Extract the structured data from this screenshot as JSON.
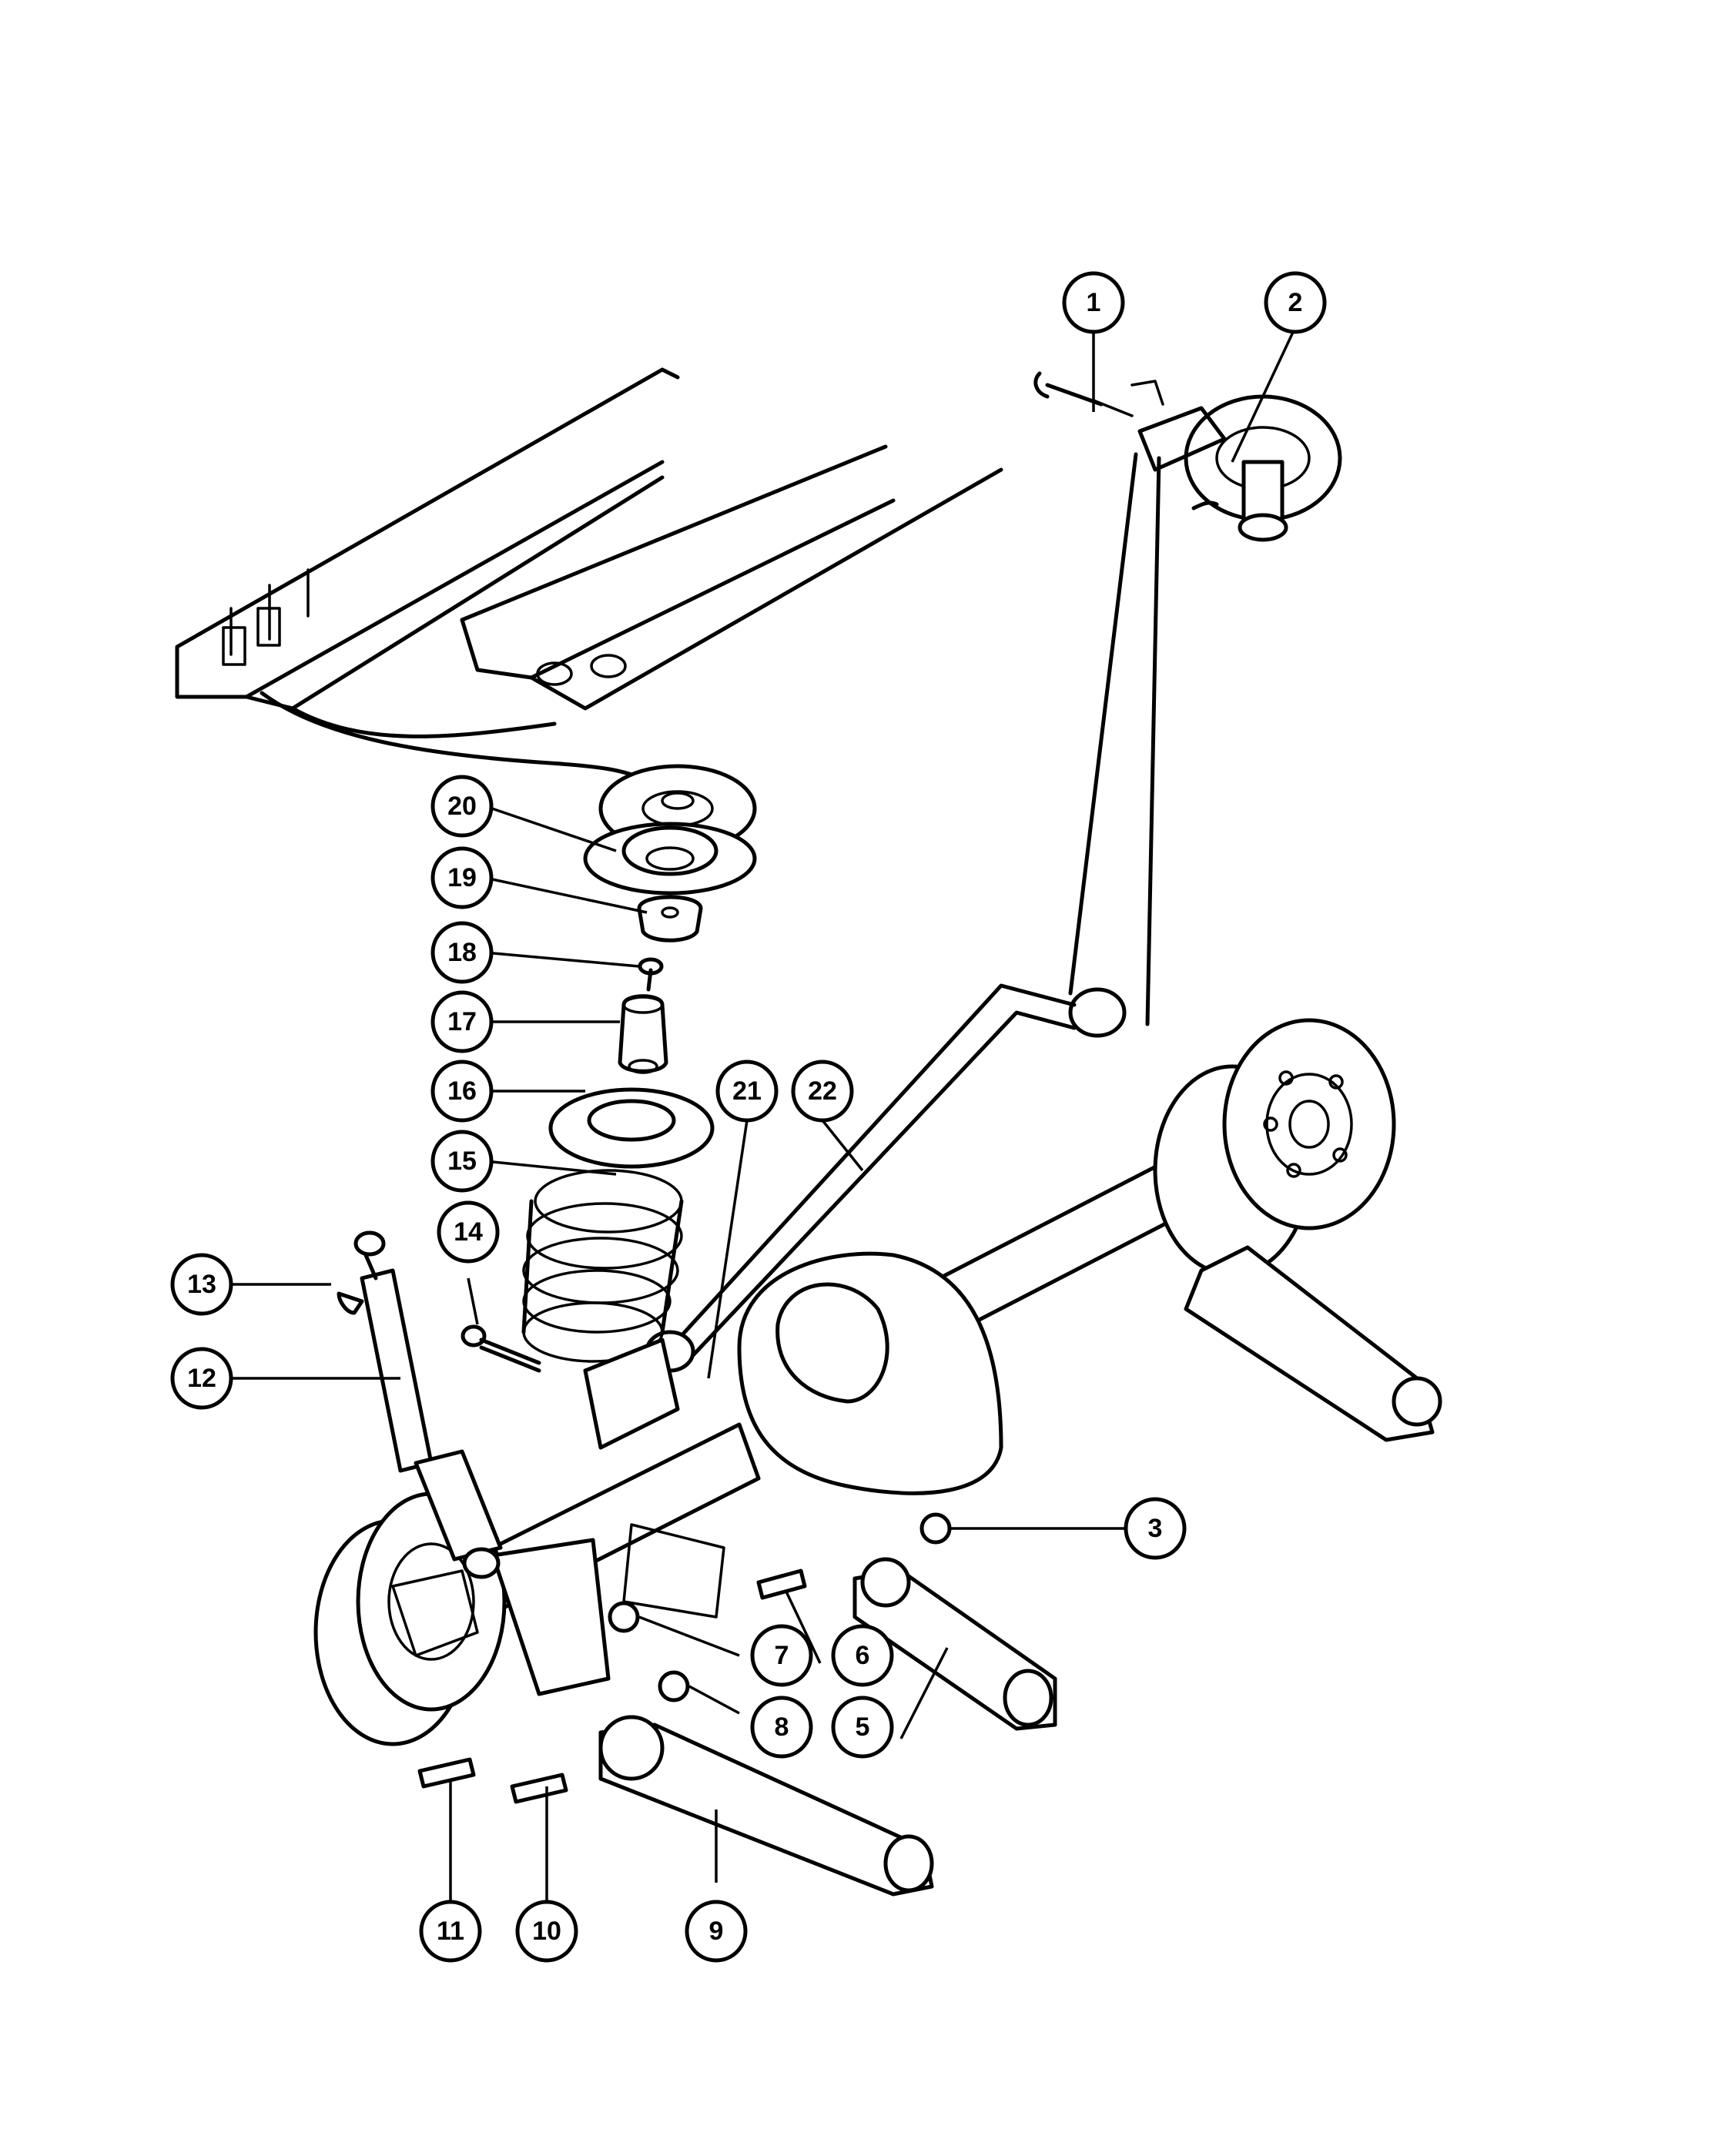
{
  "callouts": [
    "1",
    "2",
    "3",
    "5",
    "6",
    "7",
    "8",
    "9",
    "10",
    "11",
    "12",
    "13",
    "14",
    "15",
    "16",
    "17",
    "18",
    "19",
    "20",
    "21",
    "22"
  ]
}
